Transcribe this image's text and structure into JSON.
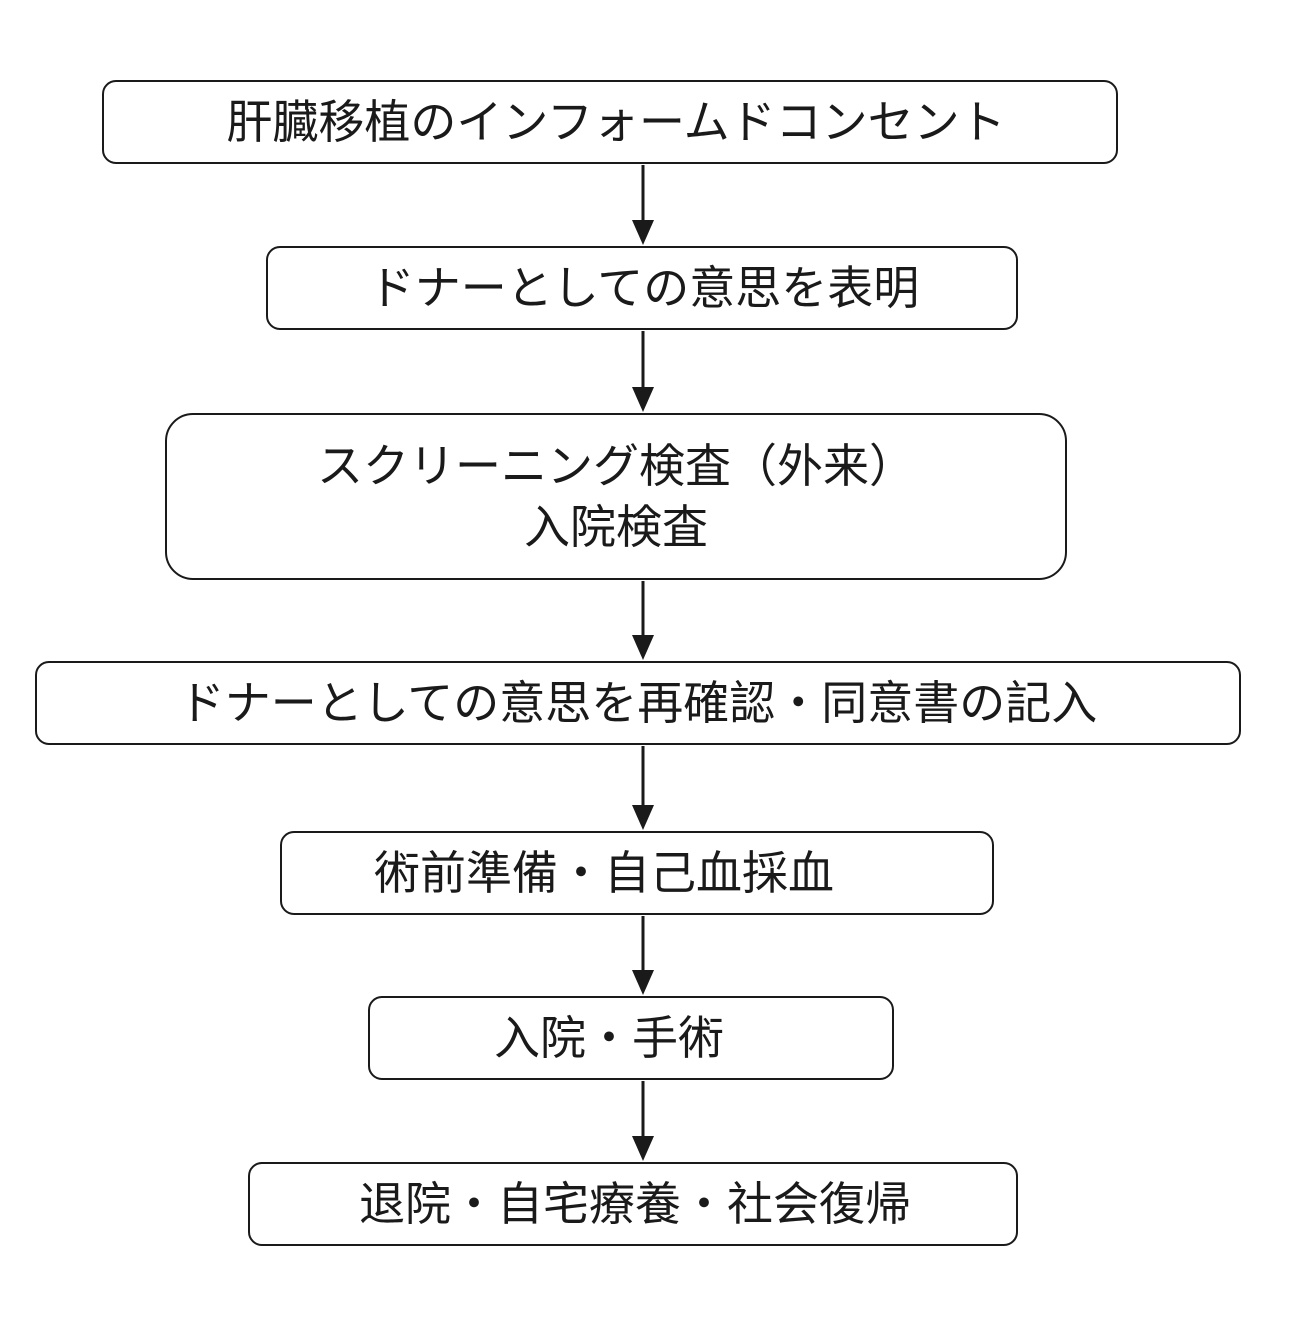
{
  "flowchart": {
    "steps": [
      {
        "id": "informed-consent",
        "lines": [
          "肝臓移植のインフォームドコンセント"
        ]
      },
      {
        "id": "donor-intent",
        "lines": [
          "ドナーとしての意思を表明"
        ]
      },
      {
        "id": "screening",
        "lines": [
          "スクリーニング検査（外来）",
          "入院検査"
        ]
      },
      {
        "id": "reconfirm-consent",
        "lines": [
          "ドナーとしての意思を再確認・同意書の記入"
        ]
      },
      {
        "id": "preop-prep",
        "lines": [
          "術前準備・自己血採血"
        ]
      },
      {
        "id": "admission-surgery",
        "lines": [
          "入院・手術"
        ]
      },
      {
        "id": "discharge",
        "lines": [
          "退院・自宅療養・社会復帰"
        ]
      }
    ]
  },
  "colors": {
    "stroke": "#1a1a1a",
    "background": "#ffffff",
    "text": "#1a1a1a"
  }
}
